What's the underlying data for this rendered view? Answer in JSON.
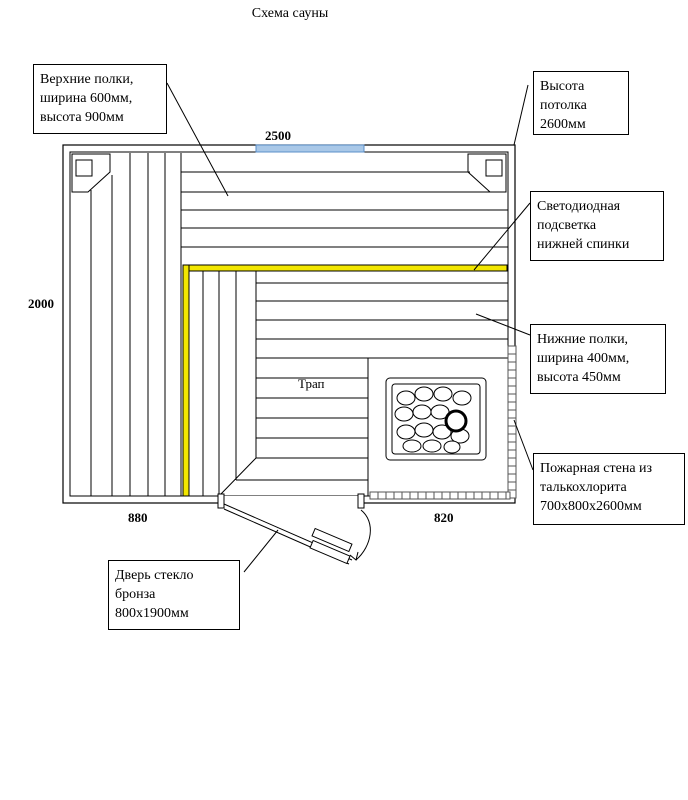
{
  "title": "Схема сауны",
  "dimensions": {
    "width": "2500",
    "height": "2000",
    "left": "880",
    "right": "820"
  },
  "drain_label": "Трап",
  "callouts": {
    "upper_shelves": [
      "Верхние полки,",
      "ширина 600мм,",
      "высота 900мм"
    ],
    "ceiling_height": [
      "Высота",
      "потолка",
      "2600мм"
    ],
    "led_lighting": [
      "Светодиодная",
      "подсветка",
      "нижней спинки"
    ],
    "lower_shelves": [
      "Нижние полки,",
      "ширина 400мм,",
      "высота 450мм"
    ],
    "fire_wall": [
      "Пожарная стена из",
      "талькохлорита",
      "700х800х2600мм"
    ],
    "door": [
      "Дверь стекло",
      "бронза",
      "800х1900мм"
    ]
  },
  "colors": {
    "led": "#f2e600",
    "window": "#a9c8e8",
    "line": "#000000"
  }
}
